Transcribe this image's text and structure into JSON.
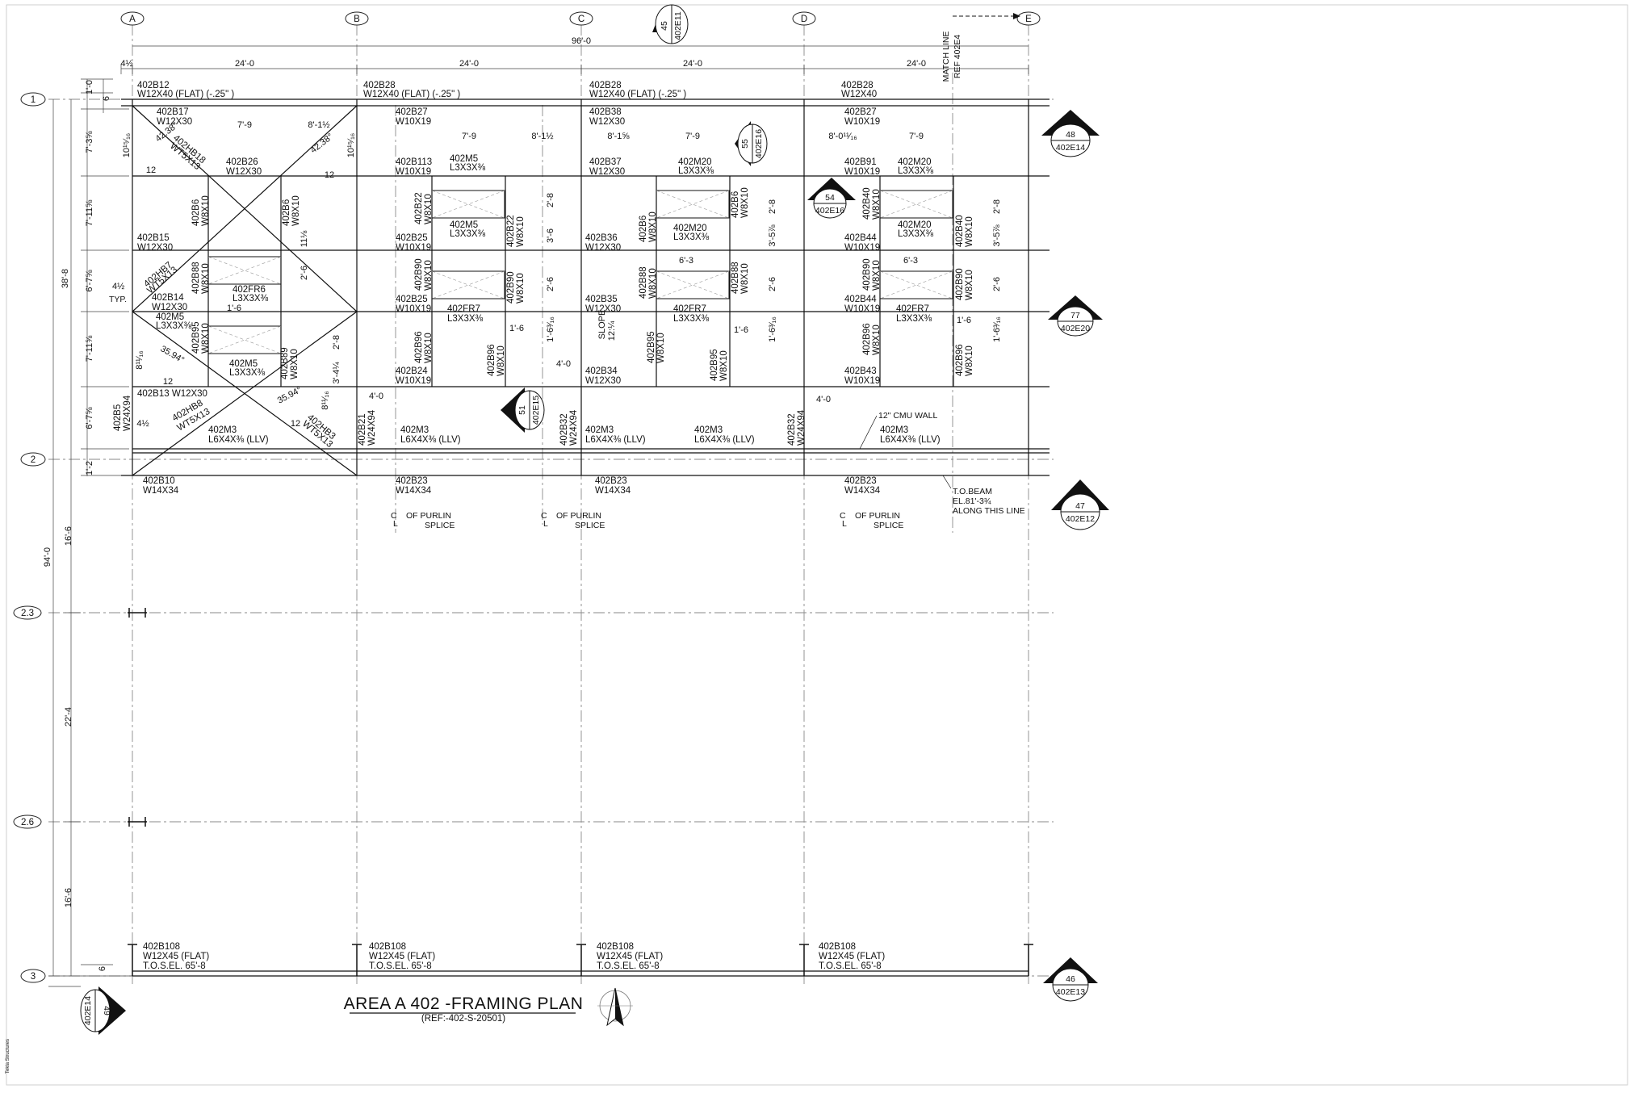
{
  "drawing": {
    "title": "AREA A 402 -FRAMING PLAN",
    "subtitle": "(REF:-402-S-20501)",
    "margin_note": "Tekla Structures"
  },
  "grids": {
    "columns": [
      "A",
      "B",
      "C",
      "D",
      "E"
    ],
    "rows": [
      "1",
      "2",
      "2.3",
      "2.6",
      "3"
    ]
  },
  "dimensions": {
    "overall_width": "96'-0",
    "bay": "24'-0",
    "edge": "4½",
    "overall_height": "94'-0",
    "upper_height": "38'-8",
    "row1_top": "1'-0",
    "row1_off": "6",
    "sub1": "7'-3⅝",
    "sub2": "7'-11⅝",
    "sub3": "6'-7⅝",
    "sub4": "7'-11⅝",
    "sub5": "6'-7⅝",
    "row2_off": "1'-2",
    "lower1": "16'-6",
    "lower2": "22'-4",
    "lower3": "16'-6",
    "row3_off": "6",
    "typ_val": "4½",
    "typ_label": "TYP.",
    "a_7_9": "7'-9",
    "a_8_11": "8'-1½",
    "b_7_9": "7'-9",
    "b_8_11": "8'-1½",
    "c_8_15": "8'-1⅝",
    "c_7_9": "7'-9",
    "d_8_0": "8'-0¹¹⁄₁₆",
    "d_7_9": "7'-9",
    "a_1015": "10¹⁵⁄₁₆",
    "b_1015": "10¹⁵⁄₁₆",
    "a_1118": "11⅛",
    "d_2_6": "2'-6",
    "a_2_8": "2'-8",
    "a_3_414": "3'-4¼",
    "a_1_6": "1'-6",
    "a_811": "8¹¹⁄₁₆",
    "a_811b": "8¹¹⁄₁₆",
    "a_12a": "12",
    "a_12b": "12",
    "a_12c": "12",
    "a_12d": "12",
    "a_4_12": "4½",
    "b_2_8": "2'-8",
    "b_3_6": "3'-6",
    "b_2_6": "2'-6",
    "b_1_6": "1'-6",
    "b_1_63": "1'-6³⁄₁₆",
    "b_4_0": "4'-0",
    "b_4_0b": "4'-0",
    "c_2_8": "2'-8",
    "c_3_578": "3'-5⅞",
    "c_6_3": "6'-3",
    "c_2_6": "2'-6",
    "c_1_6": "1'-6",
    "c_1_63": "1'-6³⁄₁₆",
    "d_2_8": "2'-8",
    "d_3_578": "3'-5⅞",
    "d_6_3": "6'-3",
    "d_2_6b": "2'-6",
    "d_1_6": "1'-6",
    "d_1_63": "1'-6³⁄₁₆",
    "d_4_0": "4'-0",
    "ang_a1": "42.38°",
    "ang_a2": "42.38°",
    "ang_a3": "35.94°",
    "ang_a4": "35.94°",
    "slope": "SLOPE",
    "slope_val": "12:¼"
  },
  "callouts": [
    {
      "num": "45",
      "ref": "402E11"
    },
    {
      "num": "48",
      "ref": "402E14"
    },
    {
      "num": "55",
      "ref": "402E16"
    },
    {
      "num": "54",
      "ref": "402E16"
    },
    {
      "num": "77",
      "ref": "402E20"
    },
    {
      "num": "51",
      "ref": "402E15"
    },
    {
      "num": "47",
      "ref": "402E12"
    },
    {
      "num": "46",
      "ref": "402E13"
    },
    {
      "num": "49",
      "ref": "402E14"
    }
  ],
  "notes": {
    "match_line": "MATCH LINE",
    "match_ref": "REF 402E4",
    "cmu_wall": "12\" CMU WALL",
    "tobeam1": "T.O.BEAM",
    "tobeam2": "EL.81'-3¾",
    "tobeam3": "ALONG THIS LINE",
    "purlin_cl": "C",
    "purlin_l": "L",
    "purlin_of": "OF  PURLIN",
    "purlin_splice": "SPLICE"
  },
  "members": {
    "a_top1": "402B12",
    "a_top2": "W12X40 (FLAT) (-.25\" )",
    "b_top1": "402B28",
    "b_top2": "W12X40 (FLAT) (-.25\" )",
    "c_top1": "402B28",
    "c_top2": "W12X40 (FLAT) (-.25\" )",
    "d_top1": "402B28",
    "d_top2": "W12X40",
    "a_b17": "402B17",
    "a_b17s": "W12X30",
    "a_hb18": "402HB18",
    "a_hb18s": "WT5X13",
    "a_b26": "402B26",
    "a_b26s": "W12X30",
    "a_b6a": "402B6",
    "a_b6as": "W8X10",
    "a_b6b": "402B6",
    "a_b6bs": "W8X10",
    "a_b15": "402B15",
    "a_b15s": "W12X30",
    "a_hb7": "402HB7",
    "a_hb7s": "WT5X13",
    "a_b88": "402B88",
    "a_b88s": "W8X10",
    "a_fr6": "402FR6",
    "a_fr6s": "L3X3X⅜",
    "a_b14": "402B14",
    "a_b14s": "W12X30",
    "a_m5a": "402M5",
    "a_m5as": "L3X3X⅜",
    "a_b95": "402B95",
    "a_b95s": "W8X10",
    "a_m5b": "402M5",
    "a_m5bs": "L3X3X⅜",
    "a_b89": "402B89",
    "a_b89s": "W8X10",
    "a_b13": "402B13 W12X30",
    "a_b5": "402B5",
    "a_b5s": "W24X94",
    "a_hb8": "402HB8",
    "a_hb8s": "WT5X13",
    "a_m3": "402M3",
    "a_m3s": "L6X4X⅜ (LLV)",
    "a_hb3": "402HB3",
    "a_hb3s": "WT5X13",
    "a_b10": "402B10",
    "a_b10s": "W14X34",
    "b_b27": "402B27",
    "b_b27s": "W10X19",
    "b_m5": "402M5",
    "b_m5s": "L3X3X⅜",
    "b_b113": "402B113",
    "b_b113s": "W10X19",
    "b_b22a": "402B22",
    "b_b22as": "W8X10",
    "b_m5c": "402M5",
    "b_m5cs": "L3X3X⅜",
    "b_b22b": "402B22",
    "b_b22bs": "W8X10",
    "b_b25a": "402B25",
    "b_b25as": "W10X19",
    "b_b90a": "402B90",
    "b_b90as": "W8X10",
    "b_b90b": "402B90",
    "b_b90bs": "W8X10",
    "b_b25b": "402B25",
    "b_b25bs": "W10X19",
    "b_fr7": "402FR7",
    "b_fr7s": "L3X3X⅜",
    "b_b96a": "402B96",
    "b_b96as": "W8X10",
    "b_b96b": "402B96",
    "b_b96bs": "W8X10",
    "b_b24": "402B24",
    "b_b24s": "W10X19",
    "b_b21": "402B21",
    "b_b21s": "W24X94",
    "b_m3": "402M3",
    "b_m3s": "L6X4X⅜ (LLV)",
    "b_b23": "402B23",
    "b_b23s": "W14X34",
    "c_b38": "402B38",
    "c_b38s": "W12X30",
    "c_b37": "402B37",
    "c_b37s": "W12X30",
    "c_m20a": "402M20",
    "c_m20as": "L3X3X⅜",
    "c_b6a": "402B6",
    "c_b6as": "W8X10",
    "c_b6b": "402B6",
    "c_b6bs": "W8X10",
    "c_m20b": "402M20",
    "c_m20bs": "L3X3X⅜",
    "c_b36": "402B36",
    "c_b36s": "W12X30",
    "c_b88a": "402B88",
    "c_b88as": "W8X10",
    "c_b88b": "402B88",
    "c_b88bs": "W8X10",
    "c_b35": "402B35",
    "c_b35s": "W12X30",
    "c_fr7": "402FR7",
    "c_fr7s": "L3X3X⅜",
    "c_b95a": "402B95",
    "c_b95as": "W8X10",
    "c_b95b": "402B95",
    "c_b95bs": "W8X10",
    "c_b34": "402B34",
    "c_b34s": "W12X30",
    "c_b32": "402B32",
    "c_b32s": "W24X94",
    "c_m3a": "402M3",
    "c_m3as": "L6X4X⅜ (LLV)",
    "c_m3b": "402M3",
    "c_m3bs": "L6X4X⅜ (LLV)",
    "c_b23": "402B23",
    "c_b23s": "W14X34",
    "d_b27": "402B27",
    "d_b27s": "W10X19",
    "d_b91": "402B91",
    "d_b91s": "W10X19",
    "d_m20a": "402M20",
    "d_m20as": "L3X3X⅜",
    "d_b40a": "402B40",
    "d_b40as": "W8X10",
    "d_b40b": "402B40",
    "d_b40bs": "W8X10",
    "d_m20b": "402M20",
    "d_m20bs": "L3X3X⅜",
    "d_b44a": "402B44",
    "d_b44as": "W10X19",
    "d_b90a": "402B90",
    "d_b90as": "W8X10",
    "d_b90b": "402B90",
    "d_b90bs": "W8X10",
    "d_b44b": "402B44",
    "d_b44bs": "W10X19",
    "d_fr7": "402FR7",
    "d_fr7s": "L3X3X⅜",
    "d_b96a": "402B96",
    "d_b96as": "W8X10",
    "d_b96b": "402B96",
    "d_b96bs": "W8X10",
    "d_b43": "402B43",
    "d_b43s": "W10X19",
    "d_b32": "402B32",
    "d_b32s": "W24X94",
    "d_m3": "402M3",
    "d_m3s": "L6X4X⅜ (LLV)",
    "d_b23": "402B23",
    "d_b23s": "W14X34",
    "r3_b108": "402B108",
    "r3_w": "W12X45 (FLAT)",
    "r3_tos": "T.O.S.EL. 65'-8",
    "r3b_b108": "402B108",
    "r3b_w": "W12X45 (FLAT)",
    "r3b_tos": "T.O.S.EL. 65'-8",
    "r3c_b108": "402B108",
    "r3c_w": "W12X45 (FLAT)",
    "r3c_tos": "T.O.S.EL. 65'-8",
    "r3d_b108": "402B108",
    "r3d_w": "W12X45 (FLAT)",
    "r3d_tos": "T.O.S.EL. 65'-8"
  }
}
